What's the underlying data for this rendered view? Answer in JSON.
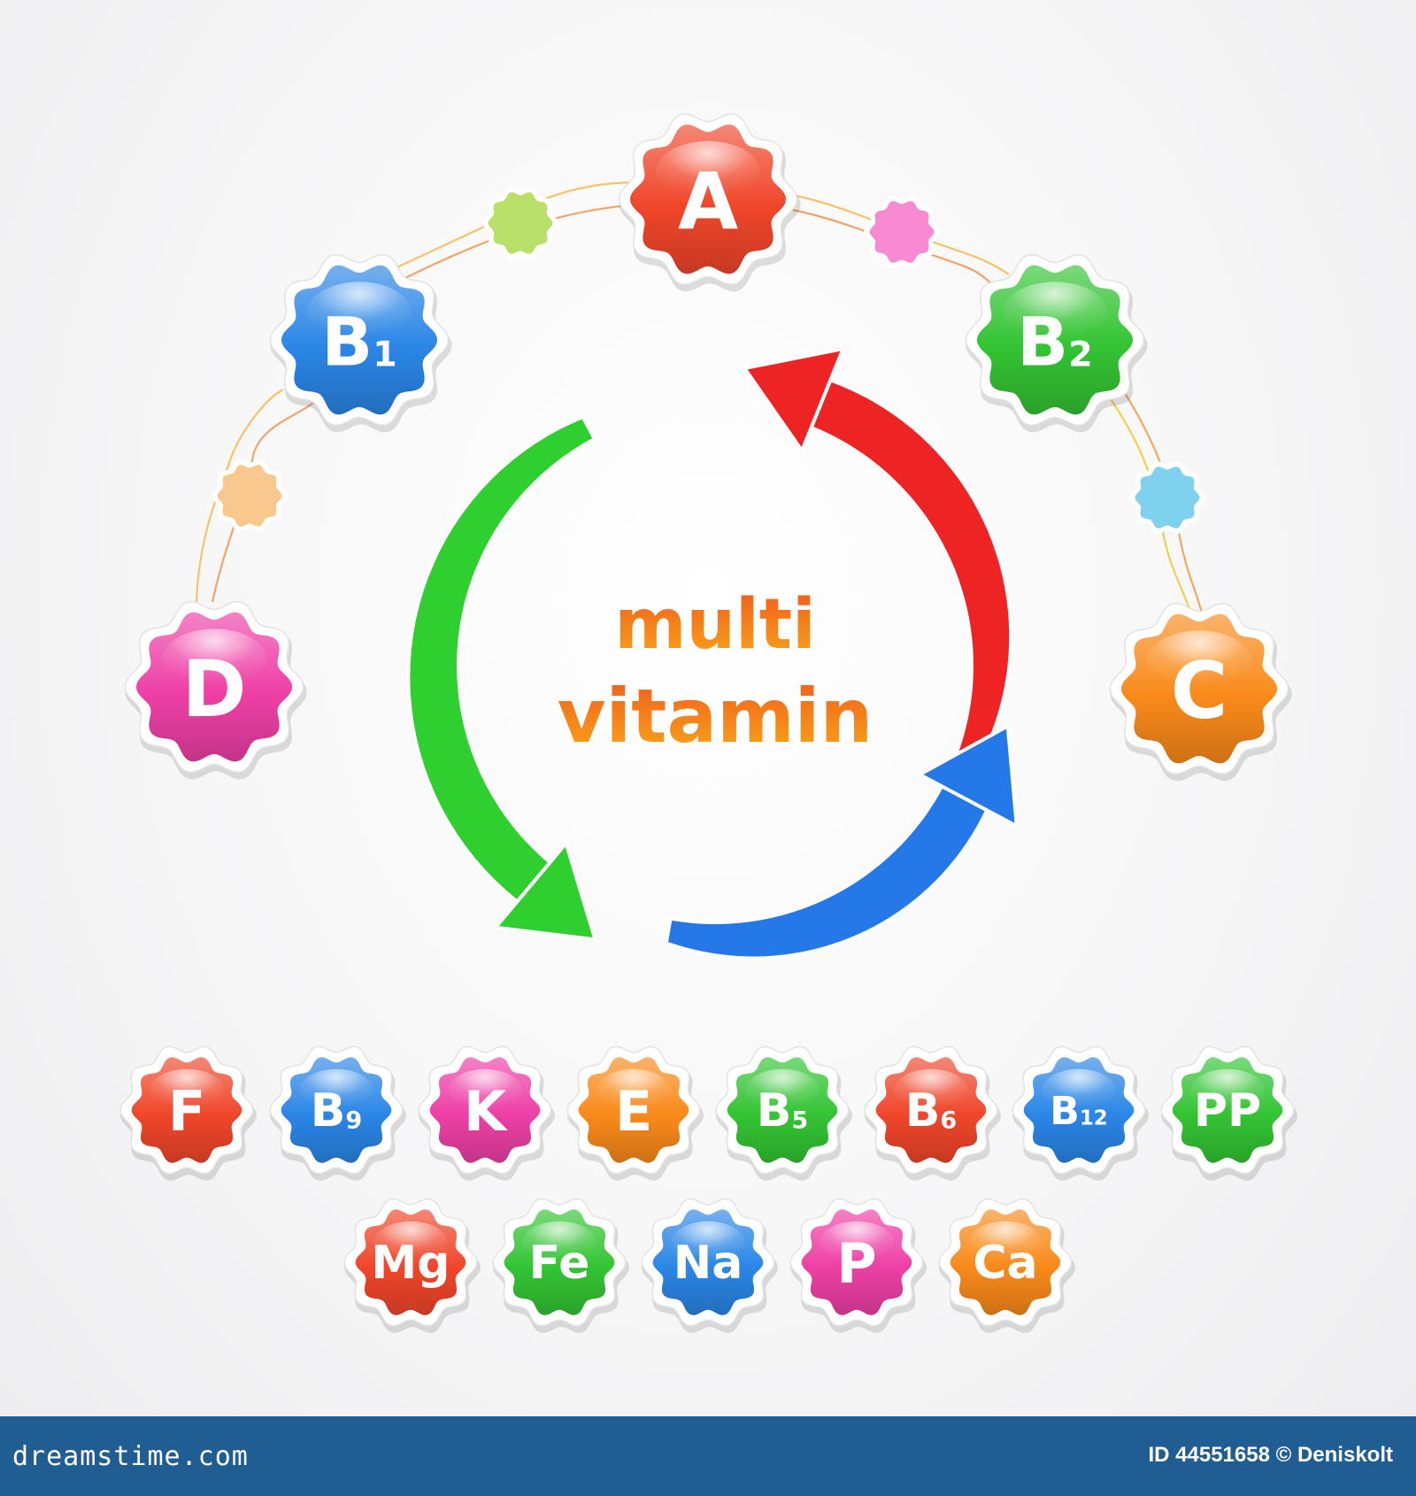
{
  "colors": {
    "red": "#f0462a",
    "blue": "#2a86e6",
    "green": "#33c433",
    "orange": "#f98a1a",
    "magenta": "#ee3fa6",
    "arrow_red": "#ee2424",
    "arrow_green": "#2fcf2f",
    "arrow_blue": "#2478e8",
    "title_top": "#f25a1c",
    "title_bottom": "#f7a81a",
    "footer": "#1f5d92"
  },
  "center_title": {
    "line1": "multi",
    "line2": "vitamin"
  },
  "arc_badges": [
    {
      "base": "D",
      "sub": "",
      "color": "magenta"
    },
    {
      "base": "B",
      "sub": "1",
      "color": "blue"
    },
    {
      "base": "A",
      "sub": "",
      "color": "red"
    },
    {
      "base": "B",
      "sub": "2",
      "color": "green"
    },
    {
      "base": "C",
      "sub": "",
      "color": "orange"
    }
  ],
  "connector_dots": [
    "#f8c88e",
    "#b8e06a",
    "#f78ad3",
    "#7fd2ee"
  ],
  "row1_badges": [
    {
      "base": "F",
      "sub": "",
      "color": "red"
    },
    {
      "base": "B",
      "sub": "9",
      "color": "blue"
    },
    {
      "base": "K",
      "sub": "",
      "color": "magenta"
    },
    {
      "base": "E",
      "sub": "",
      "color": "orange"
    },
    {
      "base": "B",
      "sub": "5",
      "color": "green"
    },
    {
      "base": "B",
      "sub": "6",
      "color": "red"
    },
    {
      "base": "B",
      "sub": "12",
      "color": "blue"
    },
    {
      "base": "PP",
      "sub": "",
      "color": "green"
    }
  ],
  "row2_badges": [
    {
      "base": "Mg",
      "sub": "",
      "color": "red"
    },
    {
      "base": "Fe",
      "sub": "",
      "color": "green"
    },
    {
      "base": "Na",
      "sub": "",
      "color": "blue"
    },
    {
      "base": "P",
      "sub": "",
      "color": "magenta"
    },
    {
      "base": "Ca",
      "sub": "",
      "color": "orange"
    }
  ],
  "footer": {
    "site": "dreamstime.com",
    "meta": "ID 44551658 © Deniskolt"
  }
}
